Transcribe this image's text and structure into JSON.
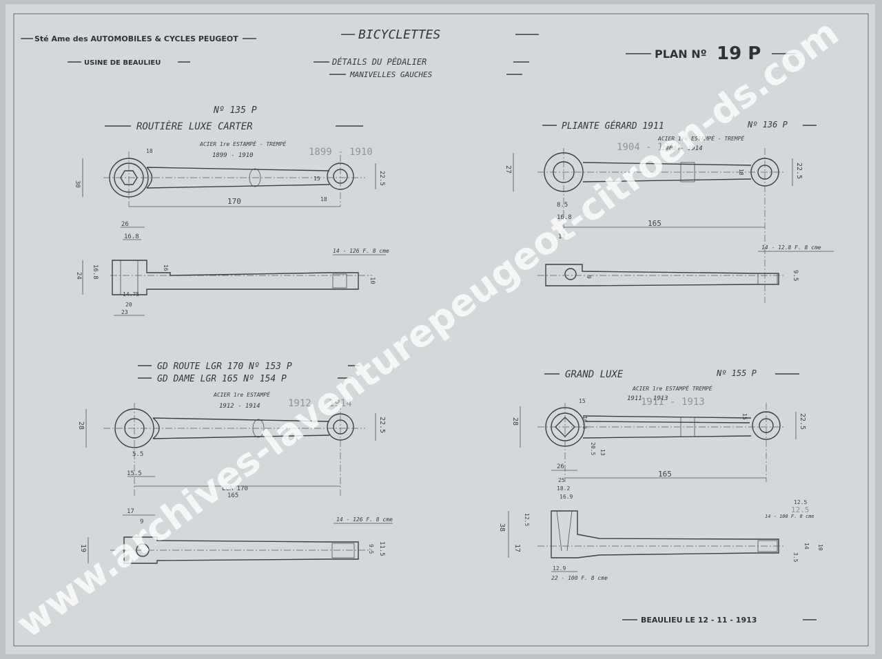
{
  "header": {
    "company": "Sté Ame des AUTOMOBILES & CYCLES PEUGEOT",
    "factory": "USINE DE BEAULIEU",
    "title": "BICYCLETTES",
    "subtitle1": "DÉTAILS DU PÉDALIER",
    "subtitle2": "MANIVELLES GAUCHES",
    "plan_label": "PLAN Nº",
    "plan_number": "19 P"
  },
  "drawings": [
    {
      "number": "Nº 135 P",
      "title": "ROUTIÈRE LUXE CARTER",
      "material": "ACIER 1re ESTAMPÉ - TREMPÉ",
      "years": "1899 - 1910",
      "pencil": "1899 - 1910",
      "dims": [
        "30",
        "18",
        "22.5",
        "15",
        "18",
        "170",
        "26",
        "16.8",
        "24",
        "16.8",
        "16",
        "14.75",
        "20",
        "23",
        "14 - 126 F. 8 cme",
        "10"
      ]
    },
    {
      "number": "Nº 136 P",
      "title": "PLIANTE GÉRARD 1911",
      "material": "ACIER 1re ESTAMPÉ - TREMPÉ",
      "years": "1904 - 1914",
      "pencil": "1904 - 1914",
      "dims": [
        "27",
        "22.5",
        "18",
        "8.5",
        "16.8",
        "165",
        "17",
        "14 - 12.8 F. 8 cme",
        "9.5",
        "9"
      ]
    },
    {
      "title1": "GD ROUTE LGR 170 Nº 153 P",
      "title2": "GD DAME LGR 165 Nº 154 P",
      "material": "ACIER 1re ESTAMPÉ",
      "years": "1912 - 1914",
      "pencil": "1912 - 1914",
      "dims": [
        "28",
        "22.5",
        "5.5",
        "15.5",
        "LGR 170",
        "165",
        "17",
        "9",
        "19",
        "14 - 126 F. 8 cme",
        "11.5",
        "9.5"
      ]
    },
    {
      "number": "Nº 155 P",
      "title": "GRAND LUXE",
      "material": "ACIER 1re ESTAMPÉ TREMPÉ",
      "years": "1911 - 1913",
      "pencil": "1911 - 1913",
      "dims": [
        "28",
        "22.5",
        "15",
        "16.5",
        "20.5",
        "13",
        "15",
        "165",
        "26",
        "25",
        "18.2",
        "16.9",
        "12.5",
        "12.5",
        "38",
        "17",
        "3.5",
        "12.9",
        "22 - 100 F. 8 cme",
        "14 - 100 F. 8 cme",
        "10",
        "14",
        "12.5"
      ]
    }
  ],
  "footer": {
    "place_date": "BEAULIEU LE 12 - 11 - 1913"
  },
  "watermark": "www.archives-laventurepeugeot-citroen-ds.com"
}
